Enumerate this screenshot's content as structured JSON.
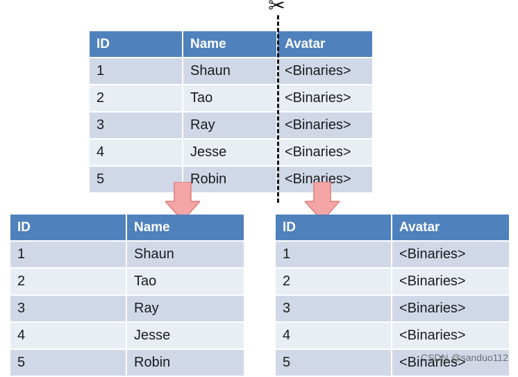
{
  "top_table": {
    "headers": [
      "ID",
      "Name",
      "Avatar"
    ],
    "rows": [
      [
        "1",
        "Shaun",
        "<Binaries>"
      ],
      [
        "2",
        "Tao",
        "<Binaries>"
      ],
      [
        "3",
        "Ray",
        "<Binaries>"
      ],
      [
        "4",
        "Jesse",
        "<Binaries>"
      ],
      [
        "5",
        "Robin",
        "<Binaries>"
      ]
    ]
  },
  "left_table": {
    "headers": [
      "ID",
      "Name"
    ],
    "rows": [
      [
        "1",
        "Shaun"
      ],
      [
        "2",
        "Tao"
      ],
      [
        "3",
        "Ray"
      ],
      [
        "4",
        "Jesse"
      ],
      [
        "5",
        "Robin"
      ]
    ]
  },
  "right_table": {
    "headers": [
      "ID",
      "Avatar"
    ],
    "rows": [
      [
        "1",
        "<Binaries>"
      ],
      [
        "2",
        "<Binaries>"
      ],
      [
        "3",
        "<Binaries>"
      ],
      [
        "4",
        "<Binaries>"
      ],
      [
        "5",
        "<Binaries>"
      ]
    ]
  },
  "colors": {
    "header": "#4f81bd",
    "row_odd": "#d0d8e8",
    "row_even": "#e9edf4",
    "arrow_fill": "#f4a6a6",
    "arrow_stroke": "#e07a7a"
  },
  "icons": {
    "scissors": "scissors-icon",
    "arrow": "down-arrow-icon"
  },
  "watermark": "CSDN @sanduo112"
}
